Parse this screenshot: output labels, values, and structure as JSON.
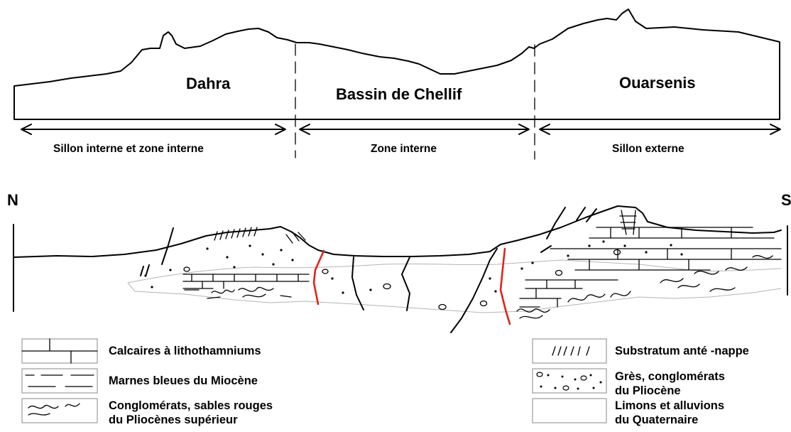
{
  "profile": {
    "regions": [
      "Dahra",
      "Bassin de Chellif",
      "Ouarsenis"
    ],
    "zones": [
      "Sillon interne et zone interne",
      "Zone interne",
      "Sillon externe"
    ]
  },
  "section": {
    "north_label": "N",
    "south_label": "S"
  },
  "legend": {
    "calcaires": "Calcaires à lithothamniums",
    "marnes": "Marnes bleues du Miocène",
    "conglomerats_l1": "Conglomérats, sables rouges",
    "conglomerats_l2": "du Pliocènes supérieur",
    "substratum": "Substratum anté -nappe",
    "gres_l1": "Grès, conglomérats",
    "gres_l2": "du Pliocène",
    "limons_l1": "Limons et alluvions",
    "limons_l2": "du Quaternaire"
  },
  "colors": {
    "fault_red": "#e0231c",
    "line_black": "#000000",
    "limons_outline": "#b5b5b5"
  }
}
